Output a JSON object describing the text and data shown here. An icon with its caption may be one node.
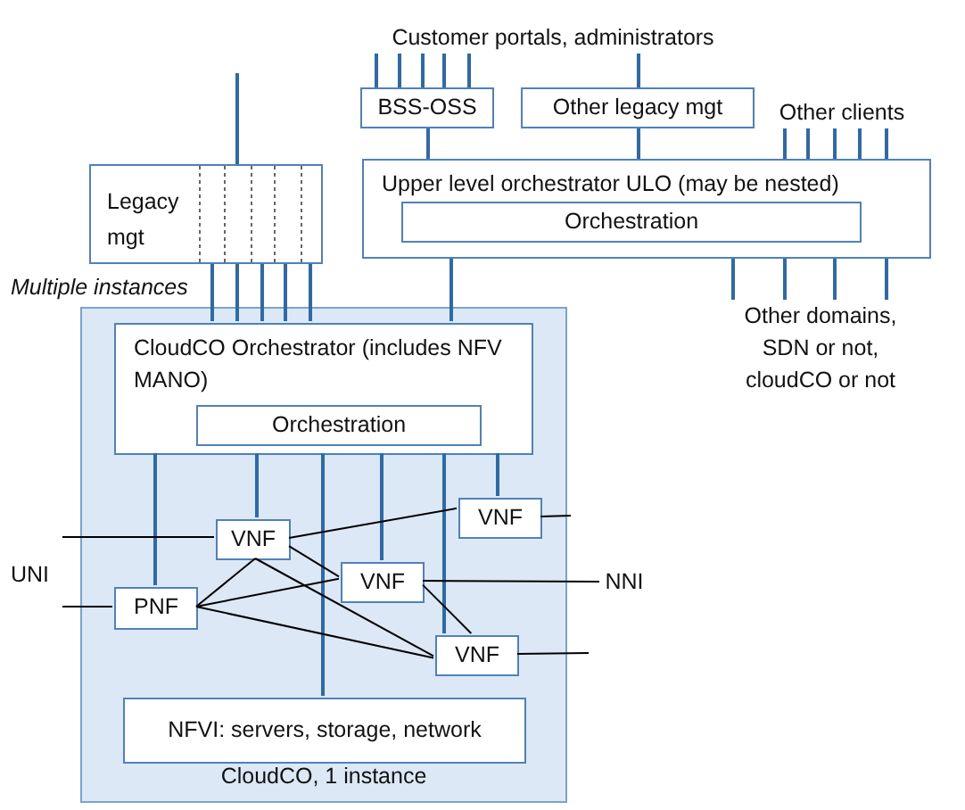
{
  "diagram": {
    "nodes": [
      {
        "text": [
          "Legacy mgt"
        ]
      },
      {
        "text": [
          "BSS-OSS"
        ]
      },
      {
        "text": [
          "Other legacy mgt"
        ]
      },
      {
        "text": [
          "Upper level orchestrator ULO (may be nested)"
        ]
      },
      {
        "text": [
          "Orchestration"
        ],
        "in": 3
      },
      {
        "text": [
          "CloudCO, 1 instance"
        ]
      },
      {
        "text": [
          "CloudCO Orchestrator (includes NFV MANO)"
        ],
        "in": 5
      },
      {
        "text": [
          "Orchestration"
        ],
        "in": 6
      },
      {
        "text": [
          "VNF"
        ],
        "in": 5
      },
      {
        "text": [
          "VNF"
        ],
        "in": 5
      },
      {
        "text": [
          "VNF"
        ],
        "in": 5
      },
      {
        "text": [
          "PNF"
        ],
        "in": 5
      },
      {
        "text": [
          "VNF"
        ],
        "in": 5
      },
      {
        "text": [
          "NFVI: servers, storage, network"
        ],
        "in": 5
      },
      {
        "text": [
          "NNI"
        ]
      },
      {
        "text": [
          "Customer portals, administrators"
        ]
      },
      {
        "text": [
          "Other clients"
        ]
      },
      {
        "text": [
          "Other domains, SDN or not, cloudCO or not"
        ]
      }
    ],
    "edges": [
      {
        "from": null,
        "to": 0,
        "arrow": "none"
      },
      {
        "from": 15,
        "to": 1,
        "arrow": "none"
      },
      {
        "from": 15,
        "to": 1,
        "arrow": "none"
      },
      {
        "from": 15,
        "to": 1,
        "arrow": "none"
      },
      {
        "from": 15,
        "to": 1,
        "arrow": "none"
      },
      {
        "from": 15,
        "to": 1,
        "arrow": "none"
      },
      {
        "from": 15,
        "to": 2,
        "arrow": "none"
      },
      {
        "from": 16,
        "to": 3,
        "arrow": "none"
      },
      {
        "from": 16,
        "to": 3,
        "arrow": "none"
      },
      {
        "from": 16,
        "to": 3,
        "arrow": "none"
      },
      {
        "from": 16,
        "to": 3,
        "arrow": "none"
      },
      {
        "from": 16,
        "to": 3,
        "arrow": "none"
      },
      {
        "from": 3,
        "to": 17,
        "arrow": "none"
      },
      {
        "from": 3,
        "to": 17,
        "arrow": "none"
      },
      {
        "from": 3,
        "to": 17,
        "arrow": "none"
      },
      {
        "from": 3,
        "to": 17,
        "arrow": "none"
      },
      {
        "from": 1,
        "to": 3,
        "arrow": "none"
      },
      {
        "from": 2,
        "to": 3,
        "arrow": "none"
      },
      {
        "from": 3,
        "to": 6,
        "arrow": "none"
      },
      {
        "from": 0,
        "to": 6,
        "arrow": "none"
      },
      {
        "from": 0,
        "to": 6,
        "arrow": "none"
      },
      {
        "from": 0,
        "to": 6,
        "arrow": "none"
      },
      {
        "from": 0,
        "to": 6,
        "arrow": "none"
      },
      {
        "from": 0,
        "to": 6,
        "arrow": "none"
      },
      {
        "from": 6,
        "to": 11,
        "arrow": "none"
      },
      {
        "from": 6,
        "to": 8,
        "arrow": "none"
      },
      {
        "from": 6,
        "to": 13,
        "arrow": "none"
      },
      {
        "from": 6,
        "to": 10,
        "arrow": "none"
      },
      {
        "from": 6,
        "to": 12,
        "arrow": "none"
      },
      {
        "from": 6,
        "to": 9,
        "arrow": "none"
      },
      {
        "from": 8,
        "to": 9,
        "arrow": "none",
        "color": "#000000"
      },
      {
        "from": 8,
        "to": 11,
        "arrow": "none",
        "color": "#000000"
      },
      {
        "from": 8,
        "to": 12,
        "arrow": "none",
        "color": "#000000"
      },
      {
        "from": 8,
        "to": 10,
        "arrow": "none",
        "color": "#000000"
      },
      {
        "from": 11,
        "to": 10,
        "arrow": "none",
        "color": "#000000"
      },
      {
        "from": 11,
        "to": 12,
        "arrow": "none",
        "color": "#000000"
      },
      {
        "from": 10,
        "to": 12,
        "arrow": "none",
        "color": "#000000"
      },
      {
        "from": 10,
        "to": 14,
        "arrow": "none",
        "color": "#000000"
      },
      {
        "from": null,
        "to": 8,
        "arrow": "none",
        "color": "#000000"
      },
      {
        "from": null,
        "to": 11,
        "arrow": "none",
        "color": "#000000"
      },
      {
        "from": 9,
        "to": null,
        "arrow": "none",
        "color": "#000000"
      },
      {
        "from": 12,
        "to": null,
        "arrow": "none",
        "color": "#000000"
      }
    ],
    "labels": [
      "Multiple instances",
      "UNI"
    ]
  }
}
